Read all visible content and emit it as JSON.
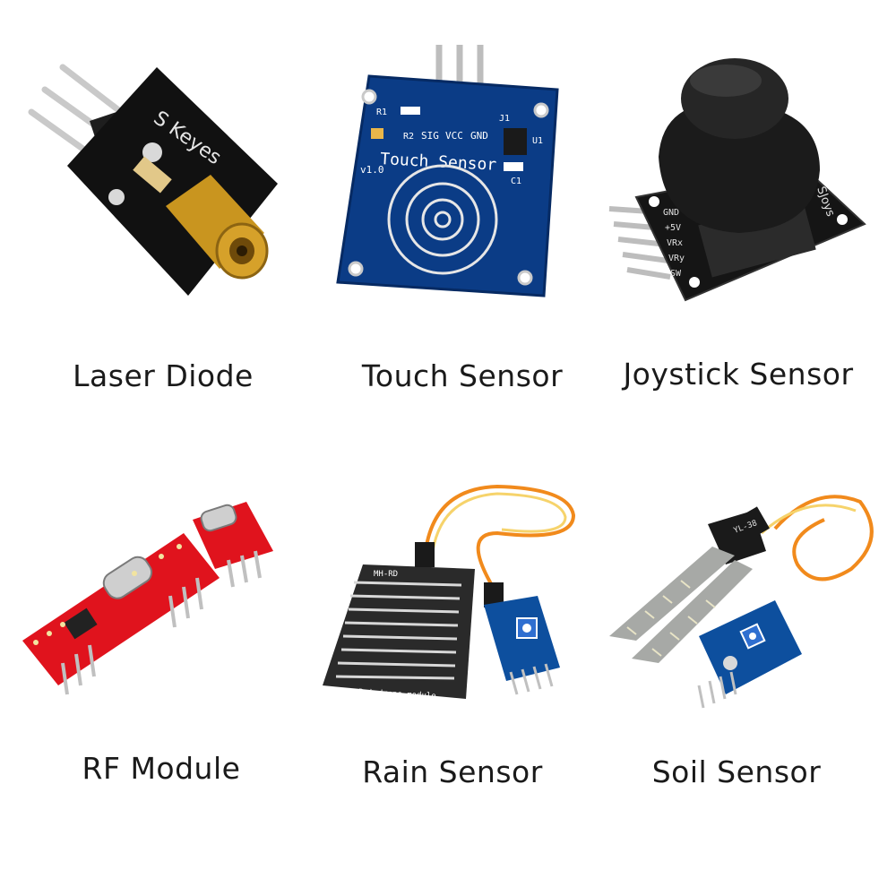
{
  "modules": [
    {
      "label": "Laser Diode",
      "board_text": "S   Keyes"
    },
    {
      "label": "Touch Sensor",
      "board_text": "Touch Sensor",
      "version": "v1.0",
      "pins": [
        "SIG",
        "VCC",
        "GND"
      ],
      "ref_c": "C1",
      "ref_r1": "R1",
      "ref_r2": "R2",
      "ref_j": "J1",
      "ref_u": "U1"
    },
    {
      "label": "Joystick Sensor",
      "board_text": "SJoys",
      "pins": [
        "GND",
        "+5V",
        "VRx",
        "VRy",
        "SW"
      ]
    },
    {
      "label": "RF Module"
    },
    {
      "label": "Rain Sensor",
      "board_id": "MH-RD",
      "board_text": "Raindrops module"
    },
    {
      "label": "Soil Sensor",
      "board_id": "YL-38"
    }
  ],
  "colors": {
    "laser_board": "#111111",
    "touch_board": "#0b3c86",
    "joystick_board": "#151515",
    "rf_board": "#e0131d",
    "rain_board": "#2a2a2a",
    "soil_module": "#0d4f9e",
    "wire_orange": "#f18a1c"
  }
}
